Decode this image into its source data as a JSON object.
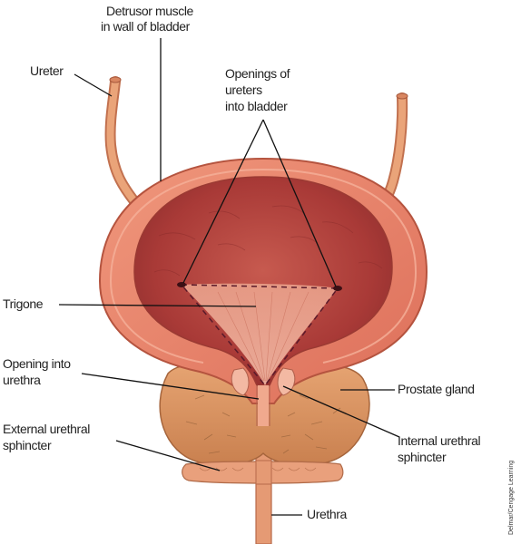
{
  "labels": {
    "detrusor_line1": "Detrusor muscle",
    "detrusor_line2": "in wall of bladder",
    "ureter": "Ureter",
    "openings_line1": "Openings of",
    "openings_line2": "ureters",
    "openings_line3": "into bladder",
    "trigone": "Trigone",
    "opening_urethra_line1": "Opening into",
    "opening_urethra_line2": "urethra",
    "prostate": "Prostate gland",
    "external_line1": "External urethral",
    "external_line2": "sphincter",
    "internal_line1": "Internal urethral",
    "internal_line2": "sphincter",
    "urethra": "Urethra"
  },
  "credit": "Delmar/Cengage Learning",
  "colors": {
    "bladder_wall": "#e8826a",
    "bladder_interior": "#b9453f",
    "prostate": "#d9915e",
    "ureter": "#e49a6e",
    "leader_line": "#111111"
  }
}
